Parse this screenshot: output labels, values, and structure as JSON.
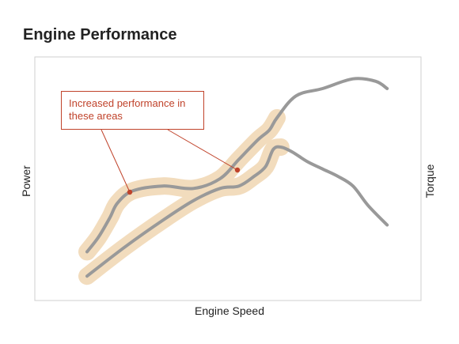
{
  "chart_data": {
    "type": "line",
    "title": "Engine Performance",
    "xlabel": "Engine Speed",
    "ylabel_left": "Power",
    "ylabel_right": "Torque",
    "annotation": "Increased performance in these areas",
    "grid": false,
    "series": [
      {
        "values": [
          [
            0.0,
            0.2
          ],
          [
            0.03,
            0.26
          ],
          [
            0.06,
            0.34
          ],
          [
            0.08,
            0.4
          ],
          [
            0.12,
            0.45
          ],
          [
            0.2,
            0.47
          ],
          [
            0.28,
            0.46
          ],
          [
            0.35,
            0.5
          ],
          [
            0.4,
            0.58
          ],
          [
            0.45,
            0.66
          ],
          [
            0.48,
            0.7
          ],
          [
            0.5,
            0.75
          ],
          [
            0.55,
            0.84
          ],
          [
            0.62,
            0.87
          ],
          [
            0.7,
            0.91
          ],
          [
            0.76,
            0.9
          ],
          [
            0.79,
            0.87
          ]
        ],
        "color": "#999999"
      },
      {
        "values": [
          [
            0.0,
            0.1
          ],
          [
            0.1,
            0.22
          ],
          [
            0.2,
            0.33
          ],
          [
            0.28,
            0.41
          ],
          [
            0.35,
            0.46
          ],
          [
            0.4,
            0.47
          ],
          [
            0.44,
            0.51
          ],
          [
            0.47,
            0.55
          ],
          [
            0.49,
            0.62
          ],
          [
            0.51,
            0.63
          ],
          [
            0.54,
            0.61
          ],
          [
            0.58,
            0.57
          ],
          [
            0.62,
            0.54
          ],
          [
            0.66,
            0.51
          ],
          [
            0.7,
            0.47
          ],
          [
            0.74,
            0.39
          ],
          [
            0.79,
            0.31
          ]
        ],
        "color": "#999999"
      }
    ],
    "highlight_color": "#f2dcbd",
    "annotation_color": "#c0432b",
    "highlight_ranges": [
      [
        0.0,
        0.5
      ],
      [
        0.0,
        0.52
      ]
    ]
  }
}
